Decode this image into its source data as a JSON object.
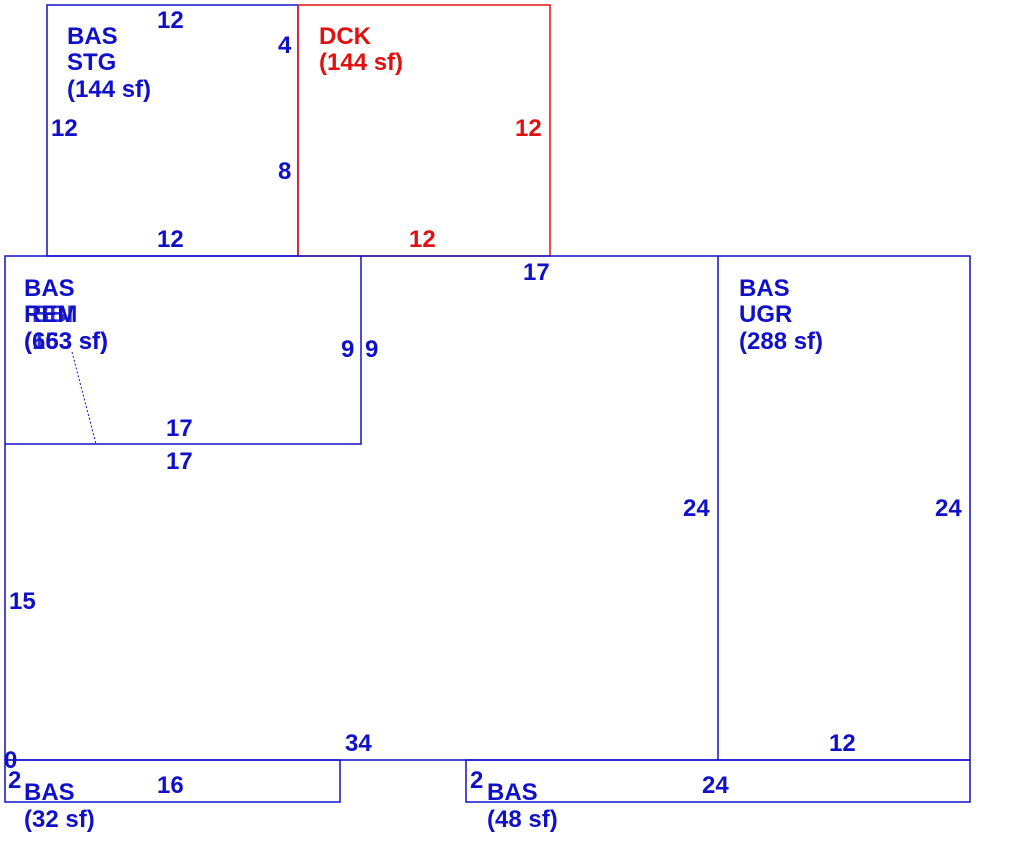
{
  "colors": {
    "bas": "#1010c8",
    "deck": "#e01010"
  },
  "areas": {
    "stg": {
      "code": "BAS",
      "sub": "STG",
      "area": "(144 sf)"
    },
    "dck": {
      "code": "DCK",
      "area": "(144 sf)"
    },
    "rbb": {
      "code": "BAS",
      "sub_a": "REM",
      "sub_b": "BBI",
      "area_a": "(663 sf)",
      "area_b": "(153 sf)"
    },
    "ugr": {
      "code": "BAS",
      "sub": "UGR",
      "area": "(288 sf)"
    },
    "bottom_left": {
      "code": "BAS",
      "area": "(32 sf)"
    },
    "bottom_right": {
      "code": "BAS",
      "area": "(48 sf)"
    }
  },
  "dimensions": {
    "stg_top": "12",
    "stg_left": "12",
    "stg_right_upper": "4",
    "stg_right_lower": "8",
    "stg_bottom": "12",
    "dck_right": "12",
    "dck_bottom": "12",
    "main_top": "17",
    "rbb_right_in": "9",
    "rbb_right_out": "9",
    "rbb_bottom_in": "17",
    "rbb_bottom_out": "17",
    "left_side": "15",
    "main_bottom": "34",
    "ugr_left": "24",
    "ugr_right": "24",
    "ugr_bottom": "12",
    "corner_zero": "0",
    "bl_side": "2",
    "bl_width": "16",
    "br_side": "2",
    "br_width": "24"
  }
}
